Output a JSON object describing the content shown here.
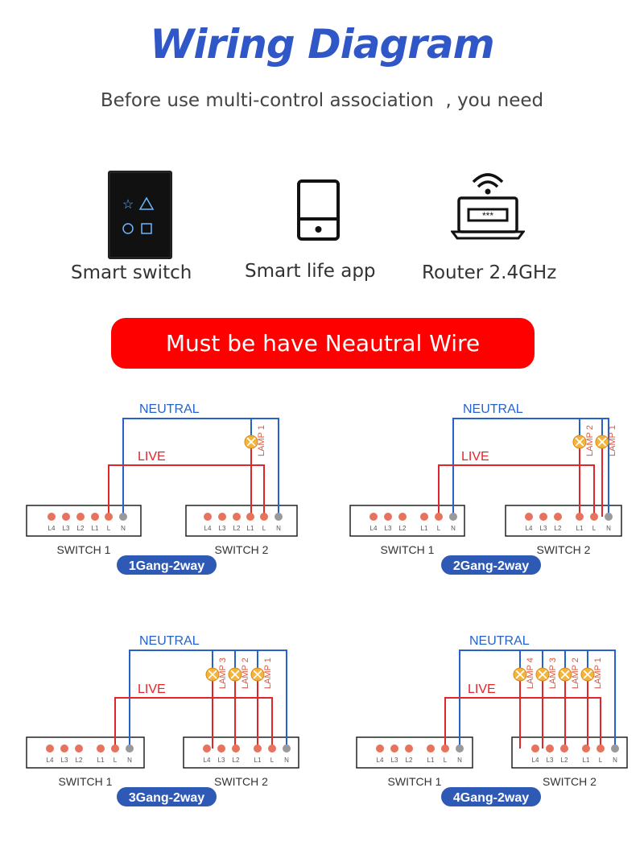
{
  "header": {
    "title": "Wiring Diagram",
    "subtitle": "Before use multi-control association  , you need"
  },
  "requirements": [
    {
      "label": "Smart switch",
      "icon": "smart-switch-icon"
    },
    {
      "label": "Smart life app",
      "icon": "phone-icon"
    },
    {
      "label": "Router 2.4GHz",
      "icon": "router-icon"
    }
  ],
  "banner": "Must be have Neautral Wire",
  "colors": {
    "neutral": "#2563c9",
    "live": "#e0262b",
    "terminal": "#e8735c",
    "neutral_terminal": "#999999",
    "badge": "#2e5ab5",
    "title": "#2f57c7",
    "banner": "#ff0000"
  },
  "labels": {
    "neutral": "NEUTRAL",
    "live": "LIVE",
    "switch1": "SWITCH 1",
    "switch2": "SWITCH 2",
    "lamp_prefix": "LAMP"
  },
  "terminals": [
    "L4",
    "L3",
    "L2",
    "L1",
    "L",
    "N"
  ],
  "diagrams": [
    {
      "badge": "1Gang-2way",
      "gangs": 1
    },
    {
      "badge": "2Gang-2way",
      "gangs": 2
    },
    {
      "badge": "3Gang-2way",
      "gangs": 3
    },
    {
      "badge": "4Gang-2way",
      "gangs": 4
    }
  ]
}
